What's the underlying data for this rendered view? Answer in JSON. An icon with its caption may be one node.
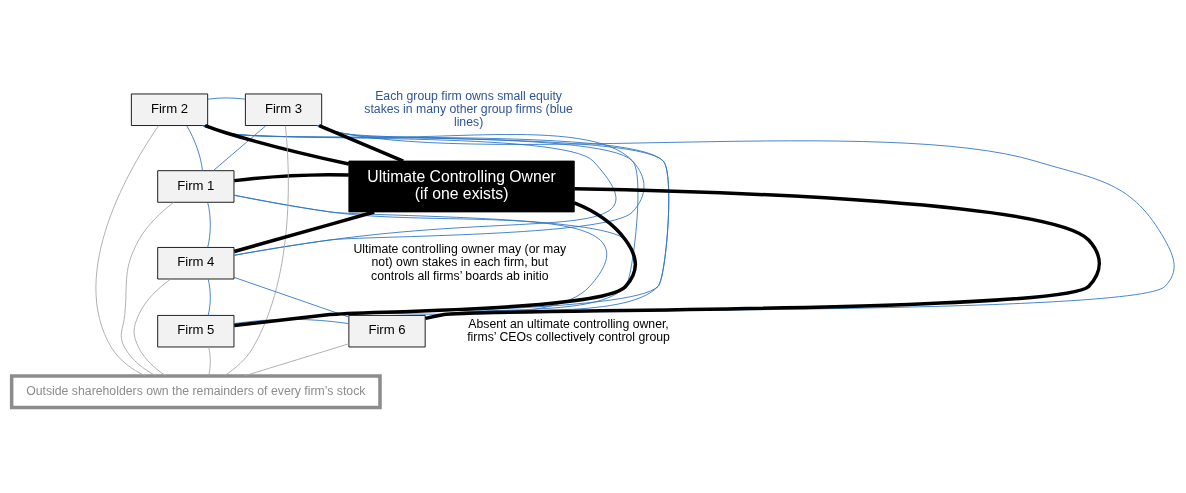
{
  "diagram": {
    "nodes": [
      {
        "text": [
          "Firm 1"
        ]
      },
      {
        "text": [
          "Firm 2"
        ]
      },
      {
        "text": [
          "Firm 3"
        ]
      },
      {
        "text": [
          "Firm 4"
        ]
      },
      {
        "text": [
          "Firm 5"
        ]
      },
      {
        "text": [
          "Firm 6"
        ]
      },
      {
        "text": [
          "Ultimate Controlling Owner (if one exists)"
        ]
      },
      {
        "text": [
          "Outside shareholders own the remainders of every firm’s stock"
        ]
      }
    ],
    "edges": [
      {
        "from": 0,
        "to": 1,
        "arrow": "none"
      },
      {
        "from": 0,
        "to": 2,
        "arrow": "none"
      },
      {
        "from": 0,
        "to": 3,
        "arrow": "none"
      },
      {
        "from": 0,
        "to": 4,
        "arrow": "none"
      },
      {
        "from": 0,
        "to": 5,
        "arrow": "none"
      },
      {
        "from": 1,
        "to": 2,
        "arrow": "none"
      },
      {
        "from": 1,
        "to": 3,
        "arrow": "none"
      },
      {
        "from": 1,
        "to": 4,
        "arrow": "none"
      },
      {
        "from": 1,
        "to": 5,
        "arrow": "none"
      },
      {
        "from": 2,
        "to": 3,
        "arrow": "none"
      },
      {
        "from": 2,
        "to": 4,
        "arrow": "none"
      },
      {
        "from": 2,
        "to": 5,
        "arrow": "none"
      },
      {
        "from": 3,
        "to": 4,
        "arrow": "none"
      },
      {
        "from": 3,
        "to": 5,
        "arrow": "none"
      },
      {
        "from": 4,
        "to": 5,
        "arrow": "none"
      },
      {
        "from": 0,
        "to": 6,
        "arrow": "none",
        "style": "thick",
        "color": "#000000"
      },
      {
        "from": 1,
        "to": 6,
        "arrow": "none",
        "style": "thick",
        "color": "#000000"
      },
      {
        "from": 2,
        "to": 6,
        "arrow": "none",
        "style": "thick",
        "color": "#000000"
      },
      {
        "from": 3,
        "to": 6,
        "arrow": "none",
        "style": "thick",
        "color": "#000000"
      },
      {
        "from": 4,
        "to": 6,
        "arrow": "none",
        "style": "thick",
        "color": "#000000"
      },
      {
        "from": 5,
        "to": 6,
        "arrow": "none",
        "style": "thick",
        "color": "#000000"
      },
      {
        "from": 0,
        "to": 7,
        "arrow": "none",
        "color": "#a6a6a6"
      },
      {
        "from": 1,
        "to": 7,
        "arrow": "none",
        "color": "#a6a6a6"
      },
      {
        "from": 2,
        "to": 7,
        "arrow": "none",
        "color": "#a6a6a6"
      },
      {
        "from": 3,
        "to": 7,
        "arrow": "none",
        "color": "#a6a6a6"
      },
      {
        "from": 4,
        "to": 7,
        "arrow": "none",
        "color": "#a6a6a6"
      },
      {
        "from": 5,
        "to": 7,
        "arrow": "none",
        "color": "#a6a6a6"
      }
    ],
    "labels": [
      "Each group firm owns small equity stakes in many other group firms (blue lines)",
      "Ultimate controlling owner may (or may not) own stakes in each firm, but controls all firms’ boards ab initio",
      "Absent an ultimate controlling owner, firms’ CEOs collectively control group"
    ]
  }
}
